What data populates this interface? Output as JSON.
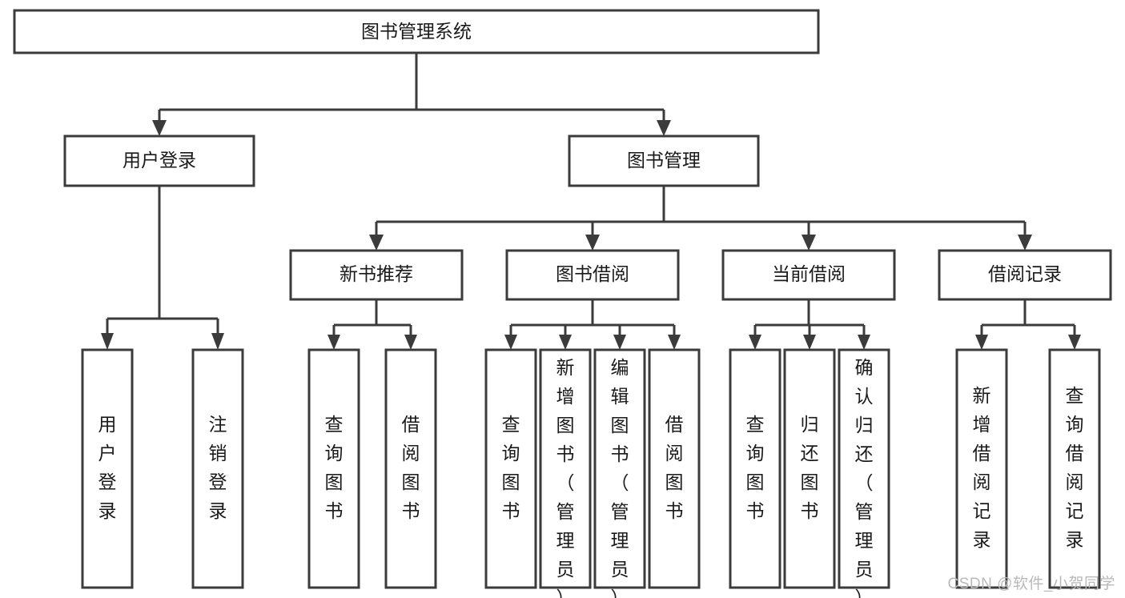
{
  "diagram": {
    "type": "tree-hierarchy",
    "title": "图书管理系统",
    "watermark": "CSDN @软件_小贺同学",
    "colors": {
      "stroke": "#3b3b3b",
      "fill": "#ffffff",
      "text": "#1a1a1a",
      "watermark": "#b9b9b9",
      "background": "#ffffff"
    },
    "levels": {
      "level1": [
        {
          "id": "root",
          "label": "图书管理系统"
        }
      ],
      "level2": [
        {
          "id": "user-login",
          "label": "用户登录",
          "parent": "root"
        },
        {
          "id": "book-manage",
          "label": "图书管理",
          "parent": "root"
        }
      ],
      "level3": [
        {
          "id": "new-book-recommend",
          "label": "新书推荐",
          "parent": "book-manage"
        },
        {
          "id": "book-borrow",
          "label": "图书借阅",
          "parent": "book-manage"
        },
        {
          "id": "current-borrow",
          "label": "当前借阅",
          "parent": "book-manage"
        },
        {
          "id": "borrow-record",
          "label": "借阅记录",
          "parent": "book-manage"
        }
      ],
      "level4": [
        {
          "id": "leaf-user-login",
          "label": "用户登录",
          "parent": "user-login"
        },
        {
          "id": "leaf-logout",
          "label": "注销登录",
          "parent": "user-login"
        },
        {
          "id": "leaf-query-book-1",
          "label": "查询图书",
          "parent": "new-book-recommend"
        },
        {
          "id": "leaf-borrow-book-1",
          "label": "借阅图书",
          "parent": "new-book-recommend"
        },
        {
          "id": "leaf-query-book-2",
          "label": "查询图书",
          "parent": "book-borrow"
        },
        {
          "id": "leaf-add-book",
          "label": "新增图书（管理员）",
          "parent": "book-borrow"
        },
        {
          "id": "leaf-edit-book",
          "label": "编辑图书（管理员）",
          "parent": "book-borrow"
        },
        {
          "id": "leaf-borrow-book-2",
          "label": "借阅图书",
          "parent": "book-borrow"
        },
        {
          "id": "leaf-query-book-3",
          "label": "查询图书",
          "parent": "current-borrow"
        },
        {
          "id": "leaf-return-book",
          "label": "归还图书",
          "parent": "current-borrow"
        },
        {
          "id": "leaf-confirm-return",
          "label": "确认归还（管理员）",
          "parent": "current-borrow"
        },
        {
          "id": "leaf-add-record",
          "label": "新增借阅记录",
          "parent": "borrow-record"
        },
        {
          "id": "leaf-query-record",
          "label": "查询借阅记录",
          "parent": "borrow-record"
        }
      ]
    }
  }
}
